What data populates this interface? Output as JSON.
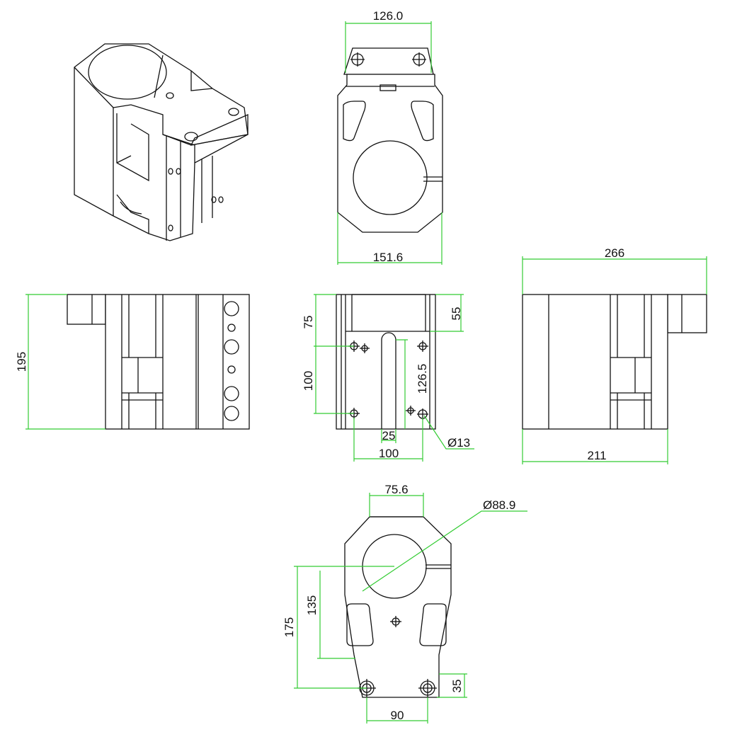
{
  "colors": {
    "outline": "#111111",
    "dimension": "#33cc33",
    "background": "#ffffff"
  },
  "top_view": {
    "width_top": "126.0",
    "width_bottom": "151.6"
  },
  "left_view": {
    "height": "195"
  },
  "front_view": {
    "dim_75": "75",
    "dim_55": "55",
    "dim_100_vertical": "100",
    "dim_126_5": "126.5",
    "dim_25": "25",
    "dim_100_horizontal": "100",
    "hole_diameter": "Ø13"
  },
  "right_view": {
    "width_top": "266",
    "width_bottom": "211"
  },
  "bottom_view": {
    "width_top": "75.6",
    "bore_diameter": "Ø88.9",
    "dim_175": "175",
    "dim_135": "135",
    "dim_35": "35",
    "dim_90": "90"
  }
}
